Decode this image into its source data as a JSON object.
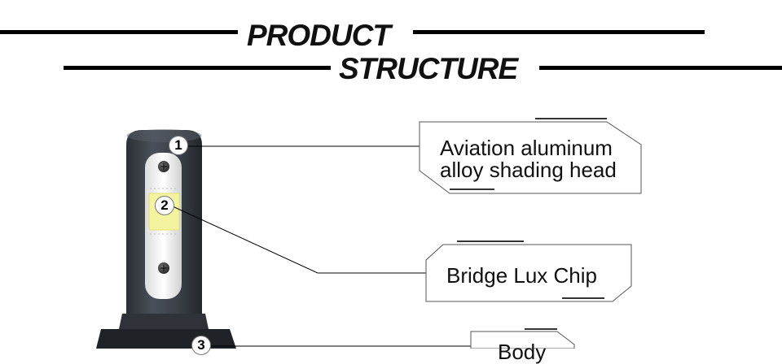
{
  "header": {
    "line1": "PRODUCT",
    "line2": "STRUCTURE"
  },
  "callouts": [
    {
      "number": "1",
      "lines": [
        "Aviation aluminum",
        "alloy shading head"
      ]
    },
    {
      "number": "2",
      "lines": [
        "Bridge Lux Chip"
      ]
    },
    {
      "number": "3",
      "lines": [
        "Body"
      ]
    }
  ],
  "colors": {
    "ink": "#111111",
    "bulb_body": "#3d4249",
    "chip": "#f4f4a0"
  }
}
